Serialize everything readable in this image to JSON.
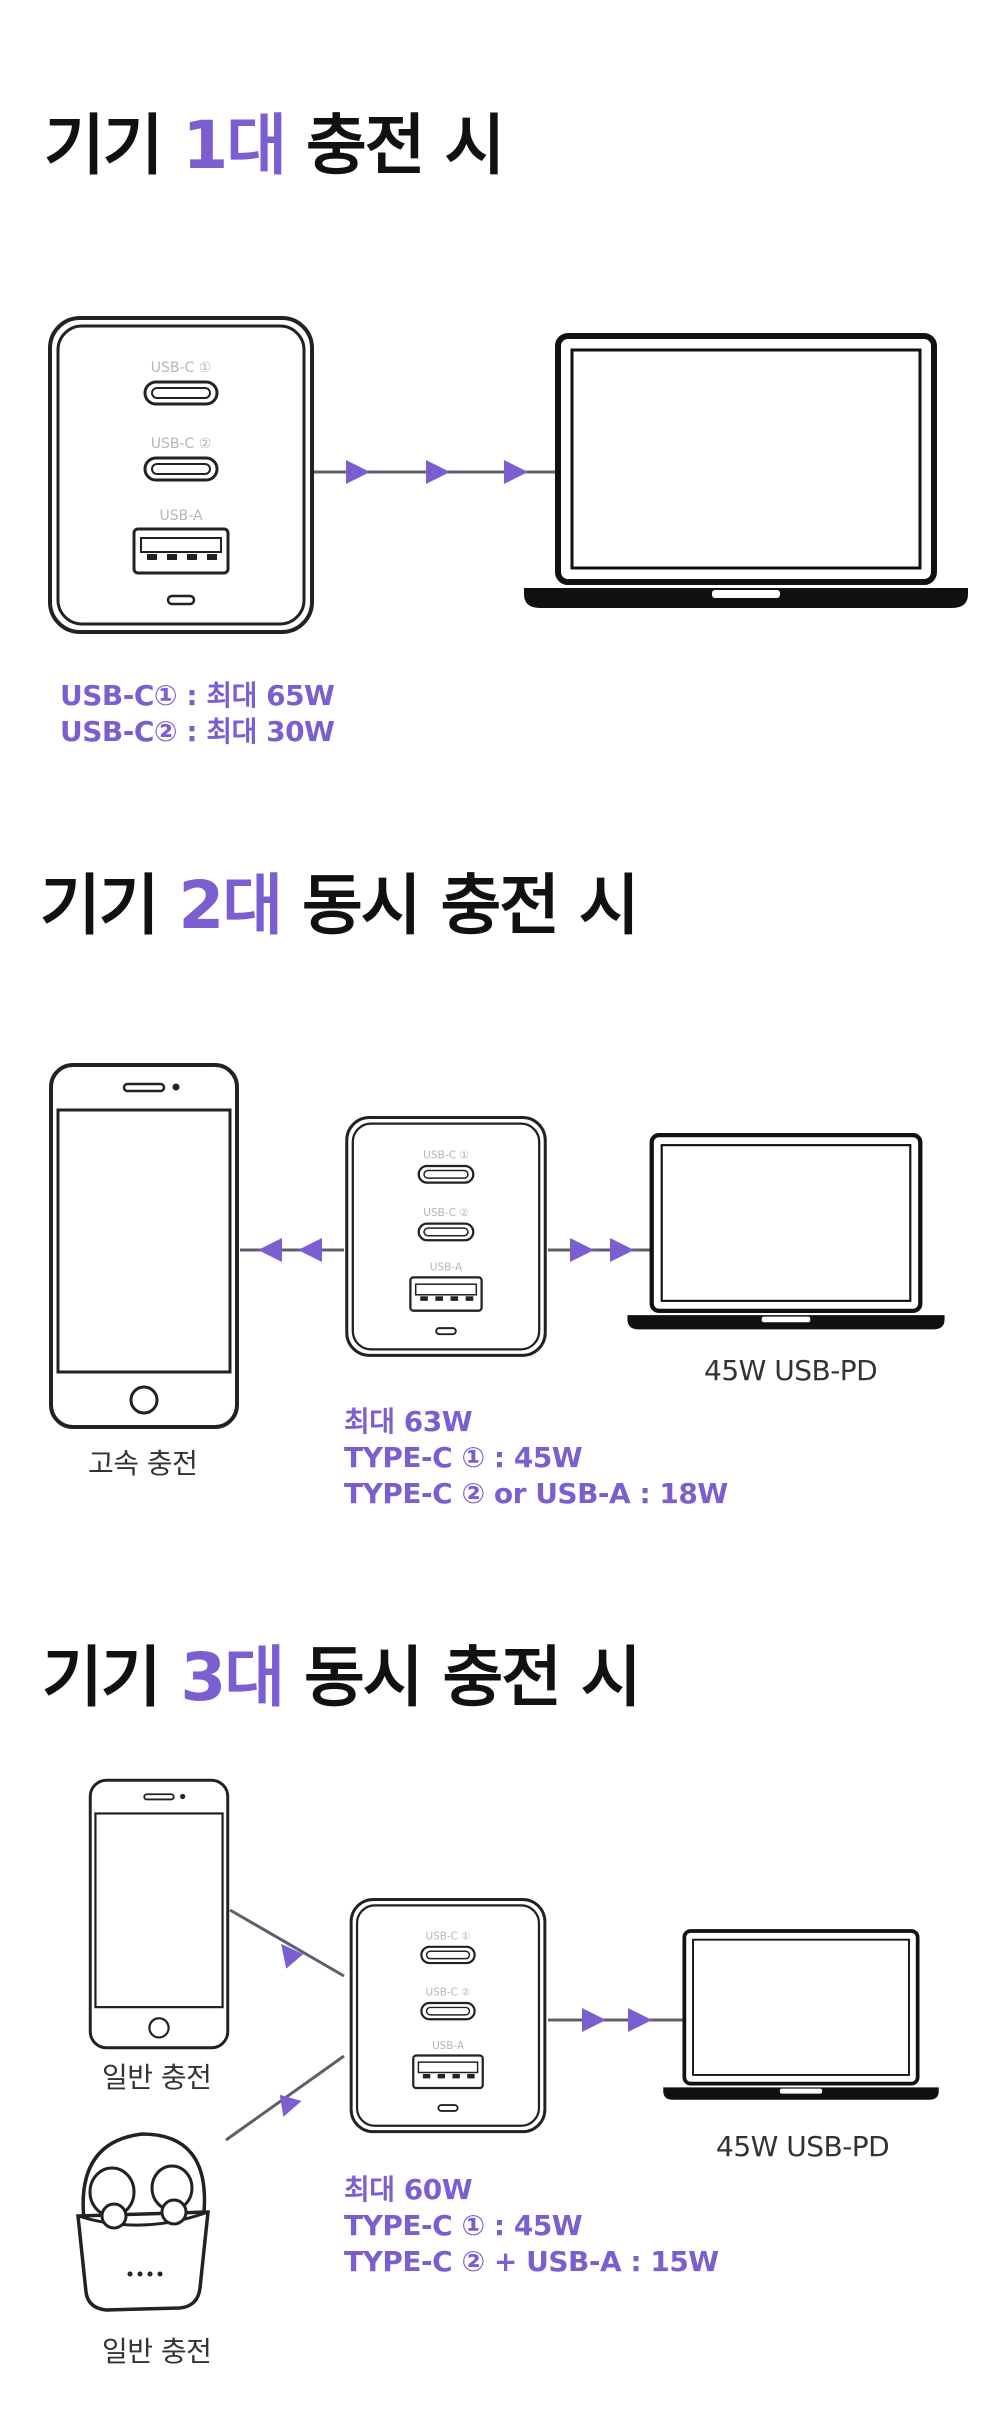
{
  "colors": {
    "accent": "#7b5fd0",
    "line": "#5f5f6b",
    "outline": "#222222"
  },
  "charger_ports": {
    "c1": "USB-C ①",
    "c2": "USB-C ②",
    "a": "USB-A"
  },
  "sections": [
    {
      "heading": {
        "prefix": "기기 ",
        "accent": "1대",
        "suffix": " 충전 시"
      },
      "specs": [
        "USB-C① : 최대 65W",
        "USB-C② : 최대 30W"
      ],
      "devices": [
        "laptop"
      ]
    },
    {
      "heading": {
        "prefix": "기기 ",
        "accent": "2대",
        "suffix": " 동시 충전 시"
      },
      "specs": [
        "최대 63W",
        "TYPE-C ① : 45W",
        "TYPE-C ② or USB-A : 18W"
      ],
      "left_caption": "고속 충전",
      "right_caption": "45W USB-PD",
      "devices": [
        "smartphone",
        "laptop"
      ]
    },
    {
      "heading": {
        "prefix": "기기 ",
        "accent": "3대",
        "suffix": " 동시 충전 시"
      },
      "specs": [
        "최대 60W",
        "TYPE-C ① : 45W",
        "TYPE-C ② + USB-A : 15W"
      ],
      "phone_caption": "일반 충전",
      "earbuds_caption": "일반 충전",
      "right_caption": "45W USB-PD",
      "devices": [
        "smartphone",
        "wireless-earbuds",
        "laptop"
      ]
    }
  ]
}
